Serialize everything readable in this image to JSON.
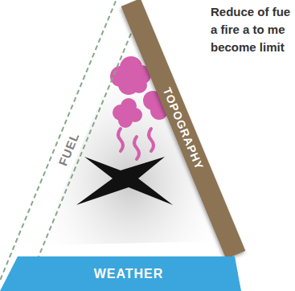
{
  "diagram": {
    "nodes": [
      {
        "text": [
          "FUEL"
        ]
      },
      {
        "text": [
          "TOPOGRAPHY"
        ]
      },
      {
        "text": [
          "WEATHER"
        ]
      }
    ],
    "labels": [
      "Reduce of fue a fire a to me become limit"
    ]
  }
}
